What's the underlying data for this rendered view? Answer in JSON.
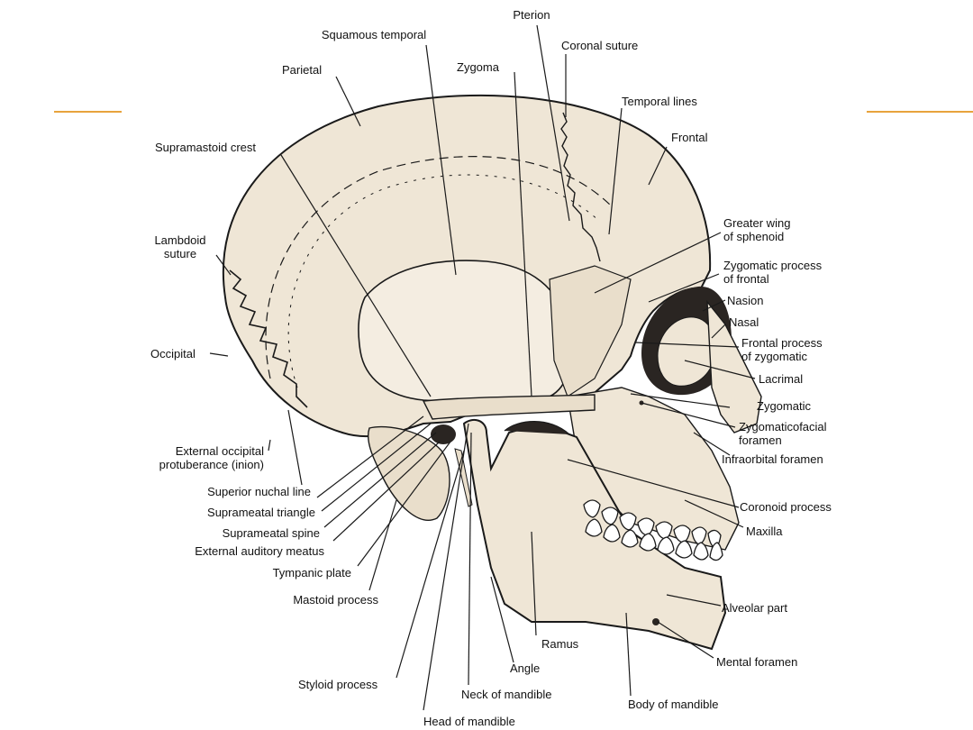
{
  "diagram": {
    "colors": {
      "bone": "#efe6d6",
      "bone_shadow": "#d9cbb1",
      "ink": "#1a1a1a",
      "accent_line": "#e8a33c",
      "orbit": "#2a2522"
    },
    "labels": {
      "pterion": "Pterion",
      "squamous_temporal": "Squamous temporal",
      "coronal_suture": "Coronal suture",
      "parietal": "Parietal",
      "zygoma": "Zygoma",
      "temporal_lines": "Temporal lines",
      "frontal": "Frontal",
      "supramastoid_crest": "Supramastoid crest",
      "greater_wing_1": "Greater wing",
      "greater_wing_2": "of sphenoid",
      "lambdoid_1": "Lambdoid",
      "lambdoid_2": "suture",
      "zygomatic_process_frontal_1": "Zygomatic process",
      "zygomatic_process_frontal_2": "of frontal",
      "nasion": "Nasion",
      "nasal": "Nasal",
      "frontal_process_zygomatic_1": "Frontal process",
      "frontal_process_zygomatic_2": "of zygomatic",
      "occipital": "Occipital",
      "lacrimal": "Lacrimal",
      "zygomatic": "Zygomatic",
      "zygomaticofacial_1": "Zygomaticofacial",
      "zygomaticofacial_2": "foramen",
      "infraorbital_foramen": "Infraorbital foramen",
      "ext_occ_prot_1": "External occipital",
      "ext_occ_prot_2": "protuberance (inion)",
      "superior_nuchal_line": "Superior nuchal line",
      "suprameatal_triangle": "Suprameatal triangle",
      "suprameatal_spine": "Suprameatal spine",
      "external_auditory_meatus": "External auditory meatus",
      "tympanic_plate": "Tympanic plate",
      "mastoid_process": "Mastoid process",
      "coronoid_process": "Coronoid process",
      "maxilla": "Maxilla",
      "alveolar_part": "Alveolar part",
      "ramus": "Ramus",
      "angle": "Angle",
      "mental_foramen": "Mental foramen",
      "styloid_process": "Styloid process",
      "neck_of_mandible": "Neck of mandible",
      "body_of_mandible": "Body of mandible",
      "head_of_mandible": "Head of mandible"
    }
  }
}
